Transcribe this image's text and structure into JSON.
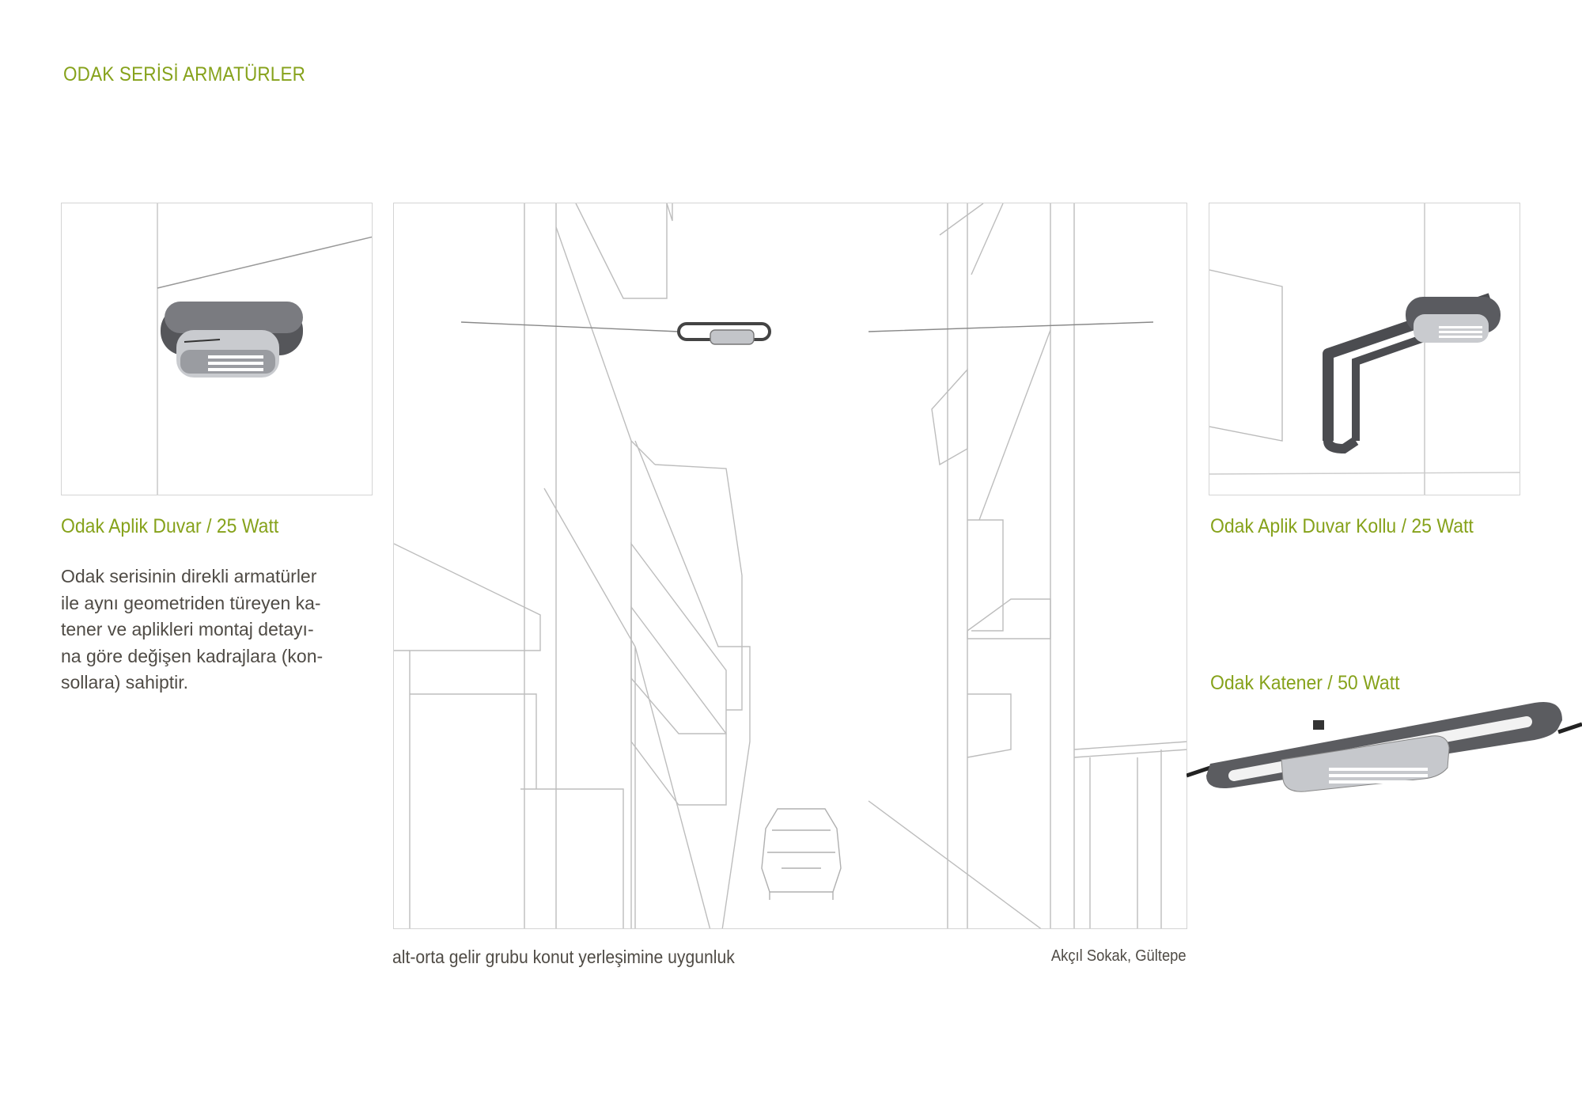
{
  "page_title": "ODAK SERİSİ ARMATÜRLER",
  "products": [
    {
      "label": "Odak Aplik Duvar / 25 Watt"
    },
    {
      "label": "Odak Aplik Duvar Kollu / 25 Watt"
    },
    {
      "label": "Odak Katener / 50 Watt"
    }
  ],
  "description_lines": [
    "Odak serisinin direkli armatürler",
    "ile aynı geometriden türeyen ka-",
    "tener ve aplikleri montaj detayı-",
    "na göre değişen kadrajlara (kon-",
    "sollara) sahiptir."
  ],
  "street_caption": "alt-orta gelir grubu konut yerleşimine uygunluk",
  "street_location": "Akçıl Sokak, Gültepe",
  "colors": {
    "accent": "#86a21b",
    "text": "#4f4b45",
    "line": "#bdbdbd"
  }
}
